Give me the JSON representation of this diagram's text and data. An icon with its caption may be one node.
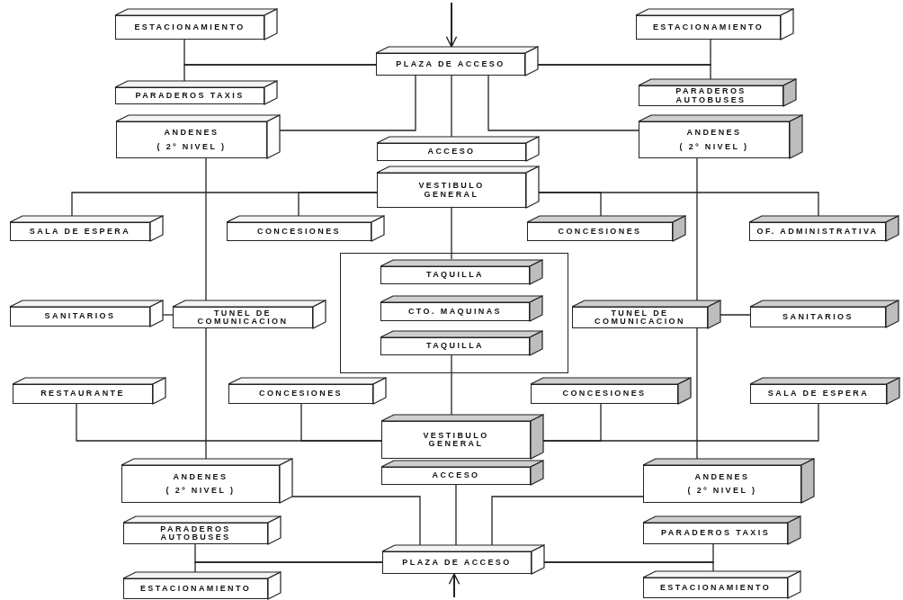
{
  "diagram": {
    "nodes": [
      {
        "text": [
          "ESTACIONAMIENTO"
        ]
      },
      {
        "text": [
          "ESTACIONAMIENTO"
        ]
      },
      {
        "text": [
          "PLAZA DE ACCESO"
        ]
      },
      {
        "text": [
          "PARADEROS TAXIS"
        ]
      },
      {
        "text": [
          "PARADEROS AUTOBUSES"
        ]
      },
      {
        "text": [
          "ANDENES",
          "( 2º NIVEL )"
        ]
      },
      {
        "text": [
          "ACCESO"
        ]
      },
      {
        "text": [
          "ANDENES",
          "( 2º NIVEL )"
        ]
      },
      {
        "text": [
          "VESTIBULO GENERAL"
        ]
      },
      {
        "text": [
          "SALA DE ESPERA"
        ]
      },
      {
        "text": [
          "CONCESIONES"
        ]
      },
      {
        "text": [
          "CONCESIONES"
        ]
      },
      {
        "text": [
          "OF. ADMINISTRATIVA"
        ]
      },
      {
        "text": [],
        "shape": "box"
      },
      {
        "text": [
          "TAQUILLA"
        ],
        "in": 13
      },
      {
        "text": [
          "CTO. MAQUINAS"
        ],
        "in": 13
      },
      {
        "text": [
          "TAQUILLA"
        ],
        "in": 13
      },
      {
        "text": [
          "SANITARIOS"
        ]
      },
      {
        "text": [
          "TUNEL DE COMUNICACION"
        ]
      },
      {
        "text": [
          "TUNEL DE COMUNICACION"
        ]
      },
      {
        "text": [
          "SANITARIOS"
        ]
      },
      {
        "text": [
          "RESTAURANTE"
        ]
      },
      {
        "text": [
          "CONCESIONES"
        ]
      },
      {
        "text": [
          "CONCESIONES"
        ]
      },
      {
        "text": [
          "SALA DE ESPERA"
        ]
      },
      {
        "text": [
          "VESTIBULO GENERAL"
        ]
      },
      {
        "text": [
          "ACCESO"
        ]
      },
      {
        "text": [
          "ANDENES",
          "( 2º NIVEL )"
        ]
      },
      {
        "text": [
          "ANDENES",
          "( 2º NIVEL )"
        ]
      },
      {
        "text": [
          "PARADEROS AUTOBUSES"
        ]
      },
      {
        "text": [
          "PARADEROS TAXIS"
        ]
      },
      {
        "text": [
          "PLAZA DE ACCESO"
        ]
      },
      {
        "text": [
          "ESTACIONAMIENTO"
        ]
      },
      {
        "text": [
          "ESTACIONAMIENTO"
        ]
      }
    ],
    "edges": [
      {
        "from": 2,
        "to": 0,
        "arrow": "none"
      },
      {
        "from": 2,
        "to": 3,
        "arrow": "none"
      },
      {
        "from": 2,
        "to": 1,
        "arrow": "none"
      },
      {
        "from": 2,
        "to": 4,
        "arrow": "none"
      },
      {
        "from": 2,
        "to": 6,
        "arrow": "none"
      },
      {
        "from": 2,
        "to": 5,
        "arrow": "none"
      },
      {
        "from": 2,
        "to": 7,
        "arrow": "none"
      },
      {
        "from": 8,
        "to": 9,
        "arrow": "none"
      },
      {
        "from": 8,
        "to": 10,
        "arrow": "none"
      },
      {
        "from": 8,
        "to": 11,
        "arrow": "none"
      },
      {
        "from": 8,
        "to": 12,
        "arrow": "none"
      },
      {
        "from": 8,
        "to": 14,
        "arrow": "none"
      },
      {
        "from": 5,
        "to": 18,
        "arrow": "none"
      },
      {
        "from": 7,
        "to": 19,
        "arrow": "none"
      },
      {
        "from": 18,
        "to": 27,
        "arrow": "none"
      },
      {
        "from": 19,
        "to": 28,
        "arrow": "none"
      },
      {
        "from": 17,
        "to": 18,
        "arrow": "none"
      },
      {
        "from": 19,
        "to": 20,
        "arrow": "none"
      },
      {
        "from": 16,
        "to": 25,
        "arrow": "none"
      },
      {
        "from": 25,
        "to": 21,
        "arrow": "none"
      },
      {
        "from": 25,
        "to": 22,
        "arrow": "none"
      },
      {
        "from": 25,
        "to": 23,
        "arrow": "none"
      },
      {
        "from": 25,
        "to": 24,
        "arrow": "none"
      },
      {
        "from": 26,
        "to": 31,
        "arrow": "none"
      },
      {
        "from": 27,
        "to": 31,
        "arrow": "none"
      },
      {
        "from": 28,
        "to": 31,
        "arrow": "none"
      },
      {
        "from": 31,
        "to": 29,
        "arrow": "none"
      },
      {
        "from": 31,
        "to": 32,
        "arrow": "none"
      },
      {
        "from": 31,
        "to": 30,
        "arrow": "none"
      },
      {
        "from": 31,
        "to": 33,
        "arrow": "none"
      },
      {
        "from": null,
        "to": 2,
        "arrow": "to"
      },
      {
        "from": null,
        "to": 31,
        "arrow": "to"
      }
    ]
  }
}
